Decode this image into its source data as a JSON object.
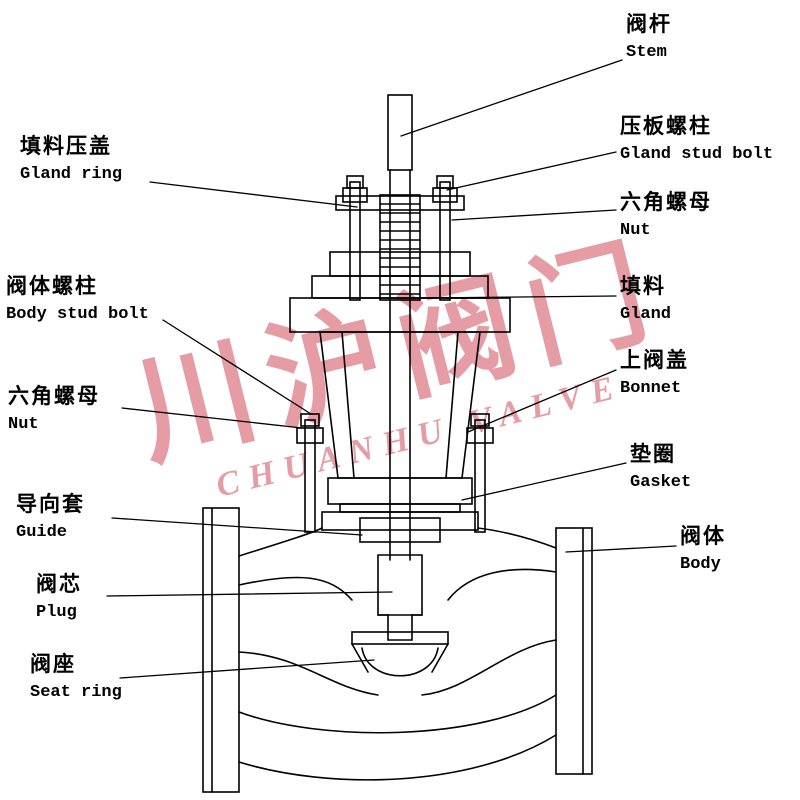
{
  "watermark": {
    "line1": "川沪阀门",
    "line2": "CHUANHU VALVE"
  },
  "labels": [
    {
      "id": "stem",
      "zh": "阀杆",
      "en": "Stem"
    },
    {
      "id": "gland-ring",
      "zh": "填料压盖",
      "en": "Gland ring"
    },
    {
      "id": "gland-stud-bolt",
      "zh": "压板螺柱",
      "en": "Gland stud bolt"
    },
    {
      "id": "nut-upper",
      "zh": "六角螺母",
      "en": "Nut"
    },
    {
      "id": "body-stud-bolt",
      "zh": "阀体螺柱",
      "en": "Body stud bolt"
    },
    {
      "id": "gland",
      "zh": "填料",
      "en": "Gland"
    },
    {
      "id": "bonnet",
      "zh": "上阀盖",
      "en": "Bonnet"
    },
    {
      "id": "nut-lower",
      "zh": "六角螺母",
      "en": "Nut"
    },
    {
      "id": "gasket",
      "zh": "垫圈",
      "en": "Gasket"
    },
    {
      "id": "guide",
      "zh": "导向套",
      "en": "Guide"
    },
    {
      "id": "body",
      "zh": "阀体",
      "en": "Body"
    },
    {
      "id": "plug",
      "zh": "阀芯",
      "en": "Plug"
    },
    {
      "id": "seat-ring",
      "zh": "阀座",
      "en": "Seat ring"
    }
  ]
}
